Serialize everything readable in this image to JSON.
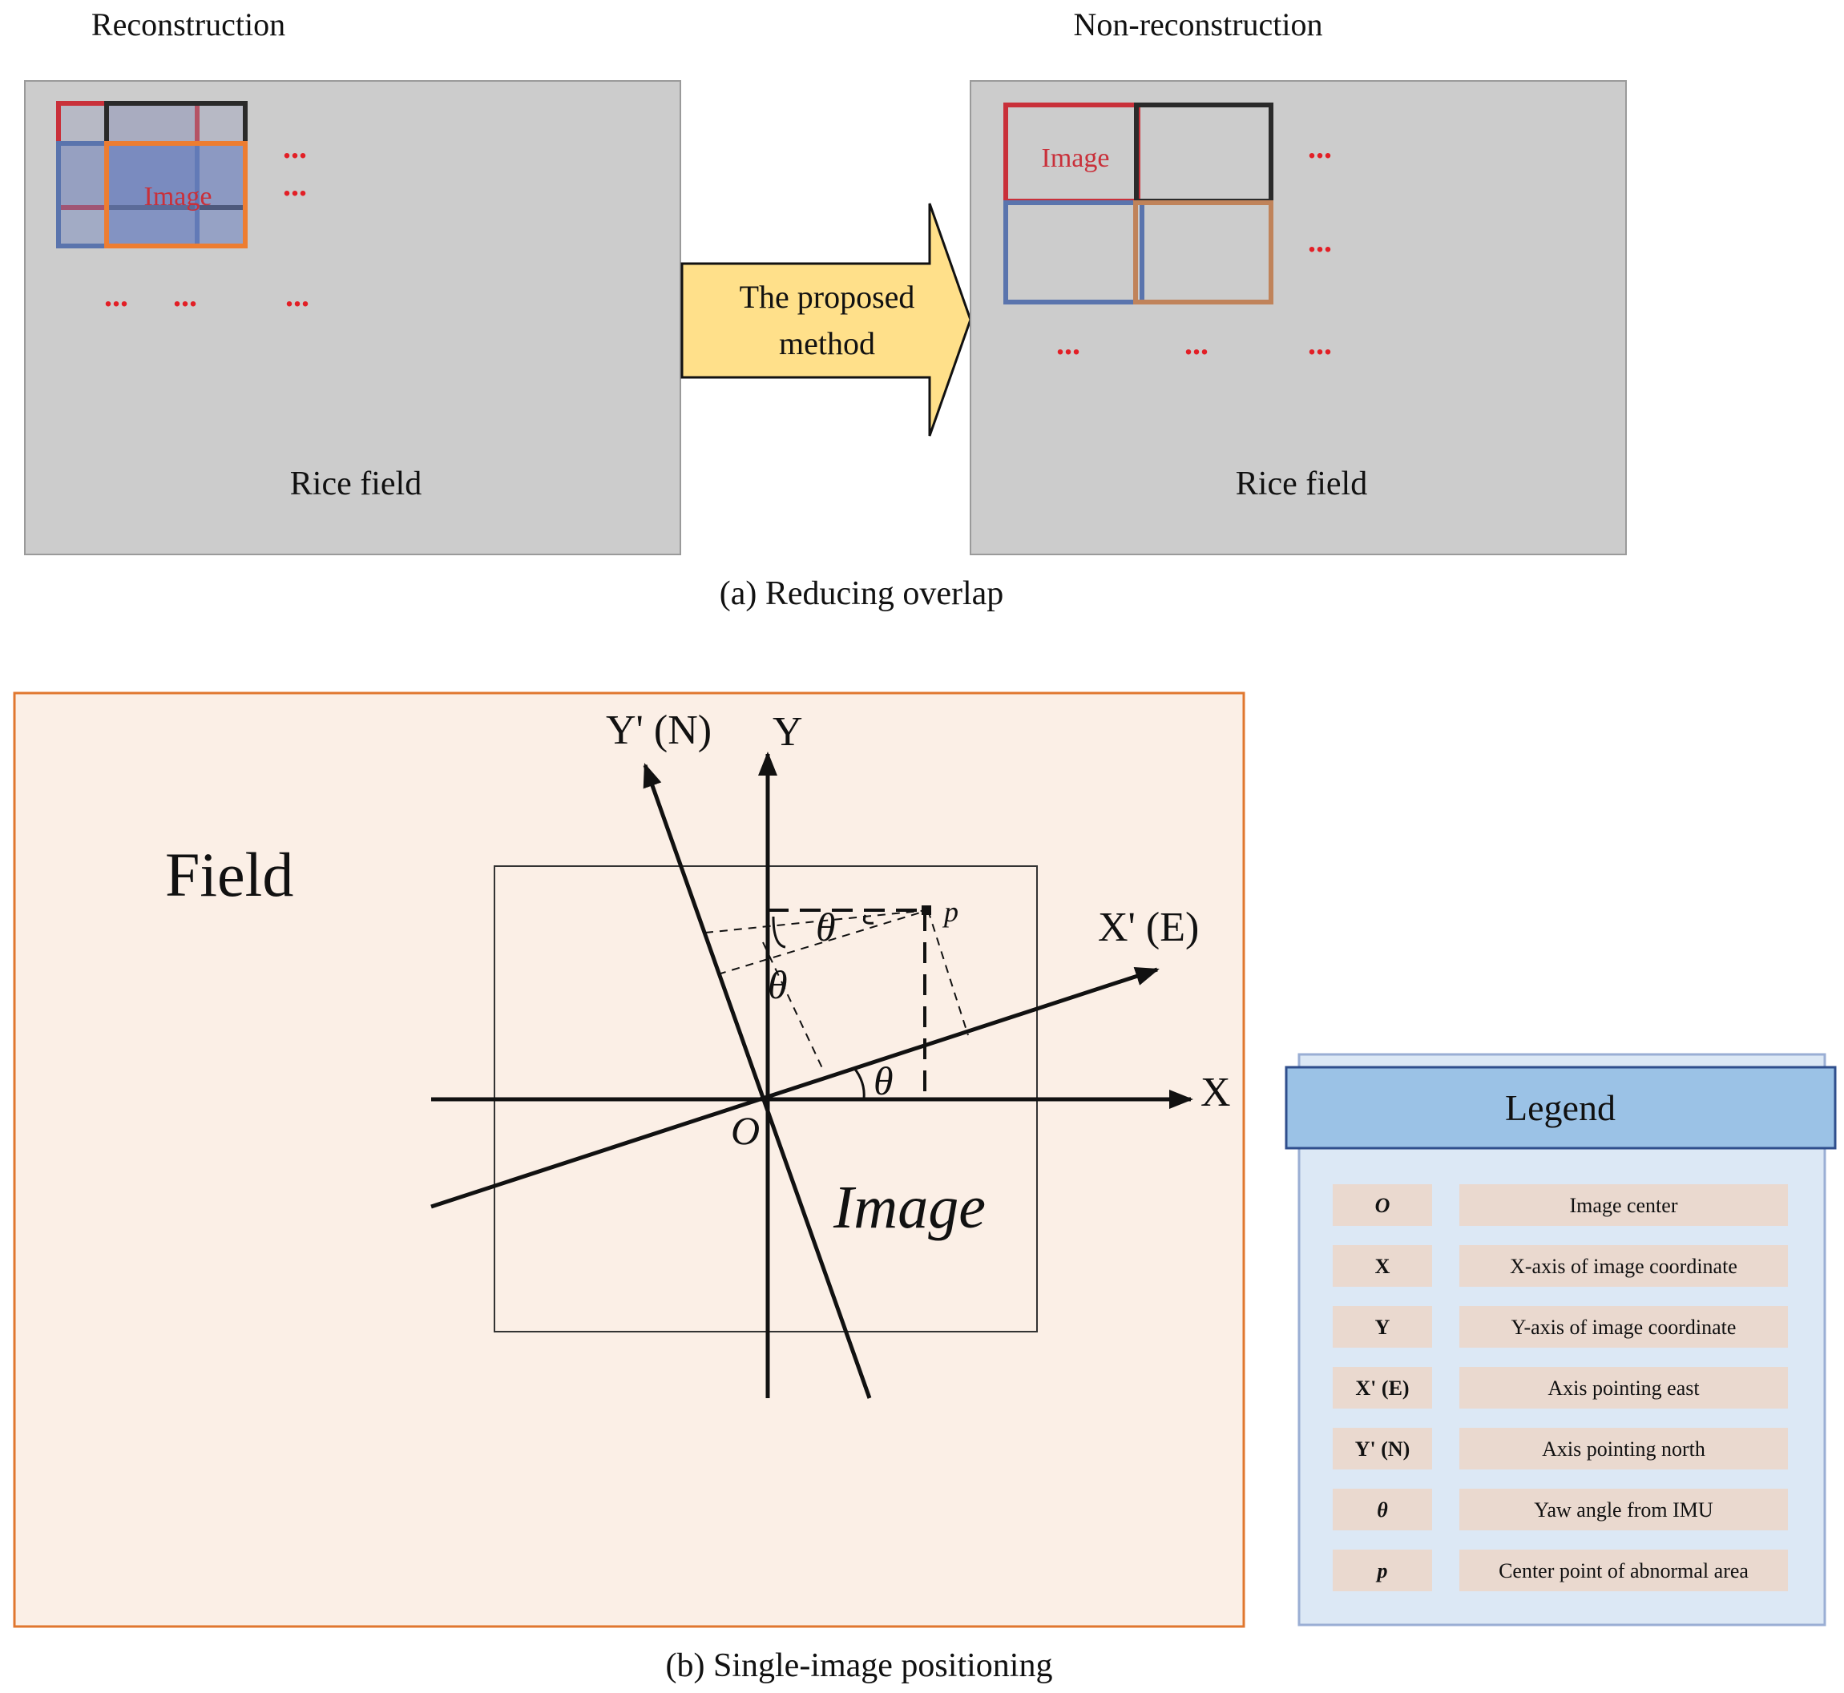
{
  "panel_a": {
    "left_title": "Reconstruction",
    "right_title": "Non-reconstruction",
    "left_image_label": "Image",
    "right_image_label": "Image",
    "field_label_left": "Rice field",
    "field_label_right": "Rice field",
    "arrow_text_line1": "The proposed",
    "arrow_text_line2": "method",
    "ellipsis": "...",
    "caption": "(a) Reducing overlap"
  },
  "panel_b": {
    "field_label": "Field",
    "image_label": "Image",
    "axis_x": "X",
    "axis_y": "Y",
    "axis_x_prime": "X' (E)",
    "axis_y_prime": "Y' (N)",
    "origin": "O",
    "point": "p",
    "theta": "θ",
    "caption": "(b) Single-image positioning"
  },
  "legend": {
    "title": "Legend",
    "items": [
      {
        "symbol": "O",
        "desc": "Image center"
      },
      {
        "symbol": "X",
        "desc": "X-axis of image coordinate"
      },
      {
        "symbol": "Y",
        "desc": "Y-axis of image coordinate"
      },
      {
        "symbol": "X' (E)",
        "desc": "Axis pointing east"
      },
      {
        "symbol": "Y' (N)",
        "desc": "Axis pointing north"
      },
      {
        "symbol": "θ",
        "desc": "Yaw angle from IMU"
      },
      {
        "symbol": "p",
        "desc": "Center point of abnormal area"
      }
    ]
  },
  "colors": {
    "field_gray": "#cccccc",
    "red": "#c9303a",
    "black": "#2a2a2a",
    "blue": "#5a74ad",
    "orange": "#ed7d31",
    "brown": "#c0835a",
    "arrow_fill": "#ffe08a",
    "field_b": "#fbefe6",
    "field_b_border": "#e0772f",
    "legend_bg": "#dce8f5",
    "legend_header": "#9bc2e6",
    "legend_cell": "#ead9cf"
  }
}
